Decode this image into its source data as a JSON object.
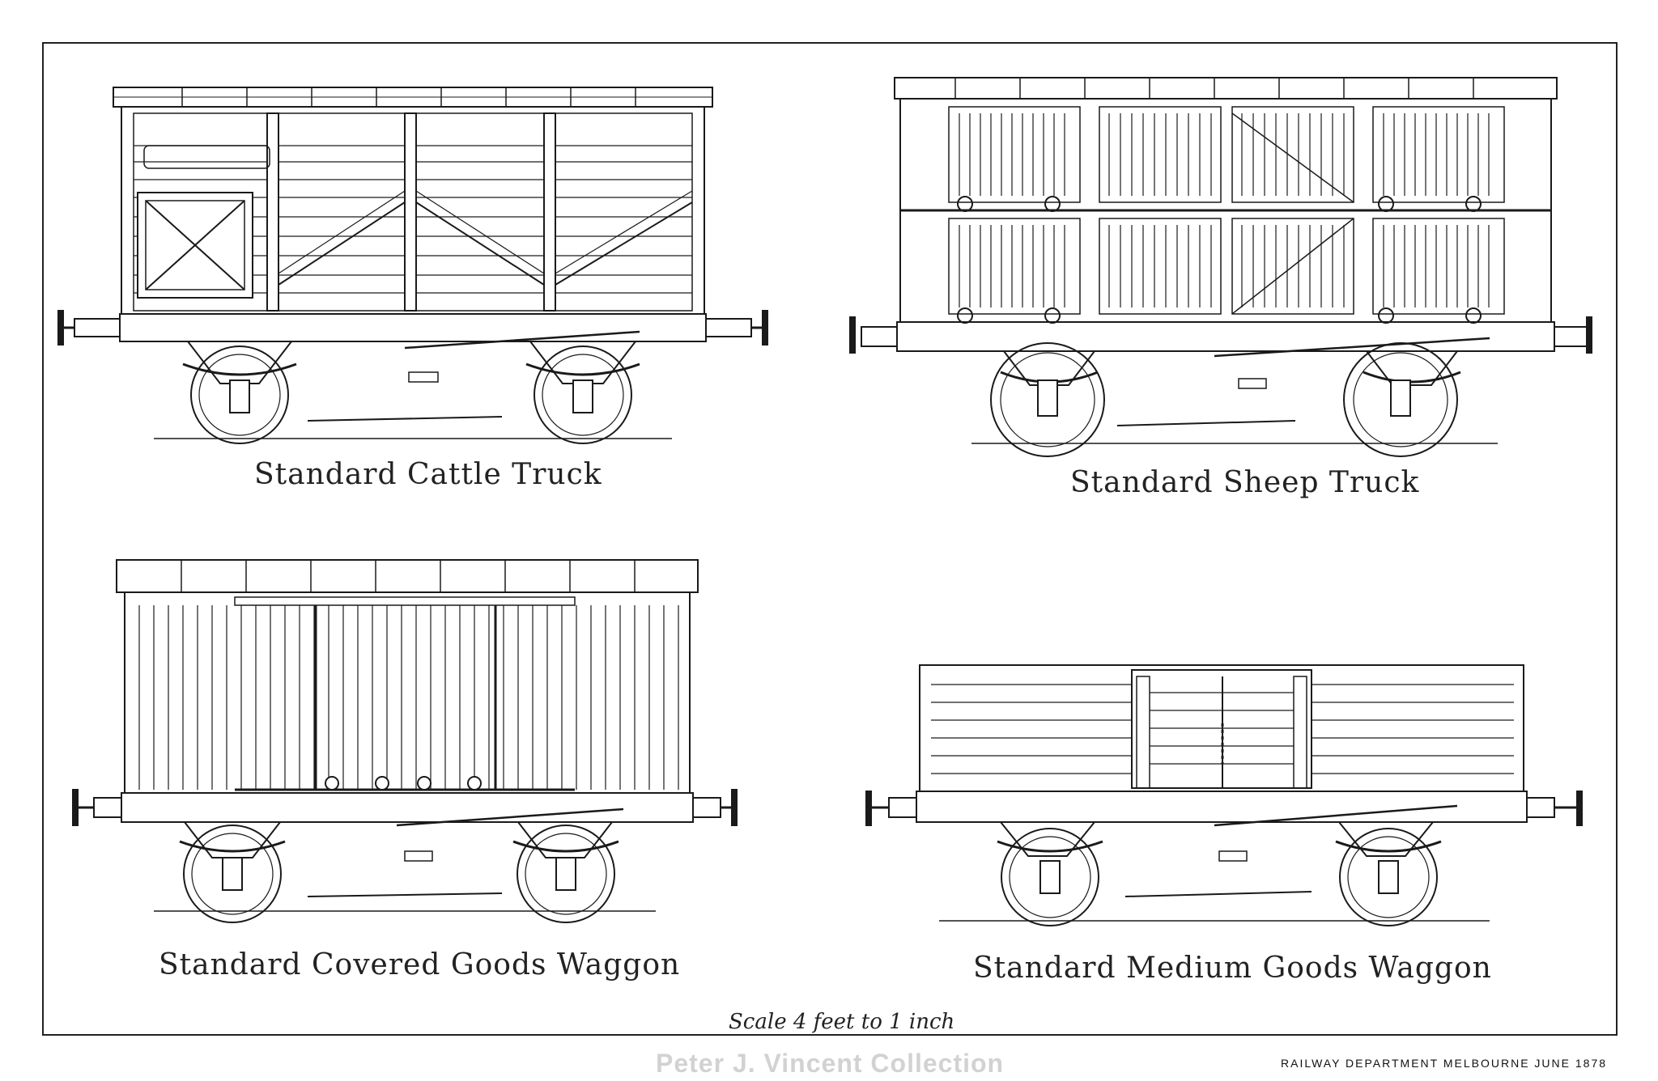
{
  "plate": {
    "captions": {
      "cattle": "Standard  Cattle Truck",
      "sheep": "Standard Sheep Truck",
      "covered": "Standard Covered  Goods Waggon",
      "medium": "Standard  Medium  Goods Waggon"
    },
    "scale_note": "Scale 4 feet to 1 inch",
    "imprint": "RAILWAY DEPARTMENT MELBOURNE JUNE 1878",
    "watermark": "Peter J. Vincent Collection"
  }
}
